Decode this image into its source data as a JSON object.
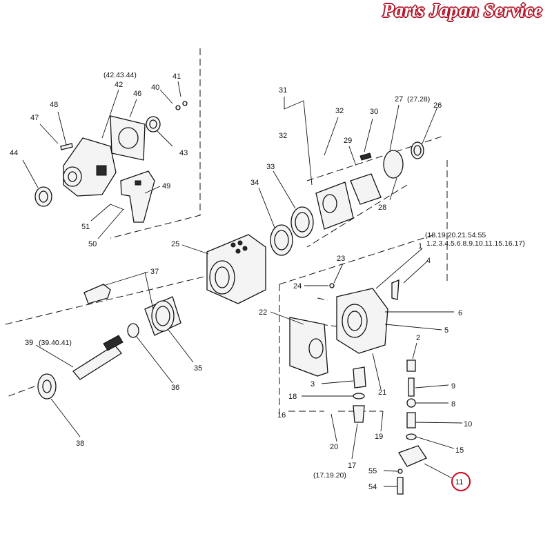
{
  "watermark": "Parts Japan Service",
  "highlight_color": "#d0021b",
  "watermark_color": "#b2182b",
  "highlighted_part": "11",
  "parts": {
    "p1": "1",
    "p2": "2",
    "p3": "3",
    "p4": "4",
    "p5": "5",
    "p6": "6",
    "p8": "8",
    "p9": "9",
    "p10": "10",
    "p11": "11",
    "p15": "15",
    "p16": "16",
    "p17": "17",
    "p18": "18",
    "p19": "19",
    "p20": "20",
    "p21": "21",
    "p22": "22",
    "p23": "23",
    "p24": "24",
    "p25": "25",
    "p26": "26",
    "p27": "27",
    "p28": "28",
    "p29": "29",
    "p30": "30",
    "p31": "31",
    "p32a": "32",
    "p32b": "32",
    "p33": "33",
    "p34": "34",
    "p35": "35",
    "p36": "36",
    "p37": "37",
    "p38": "38",
    "p39": "39",
    "p40": "40",
    "p41": "41",
    "p42": "42",
    "p43": "43",
    "p44": "44",
    "p46": "46",
    "p47": "47",
    "p48": "48",
    "p49": "49",
    "p50": "50",
    "p51": "51",
    "p54": "54",
    "p55": "55"
  },
  "groups": {
    "g424344": "(42.43.44)",
    "g2728": "(27.28)",
    "g1a": "(18.19.20.21.54.55",
    "g1b": "1.2.3.4.5.6.8.9.10.11.15.16.17)",
    "g394041": "(39.40.41)",
    "g171920": "(17.19.20)"
  }
}
